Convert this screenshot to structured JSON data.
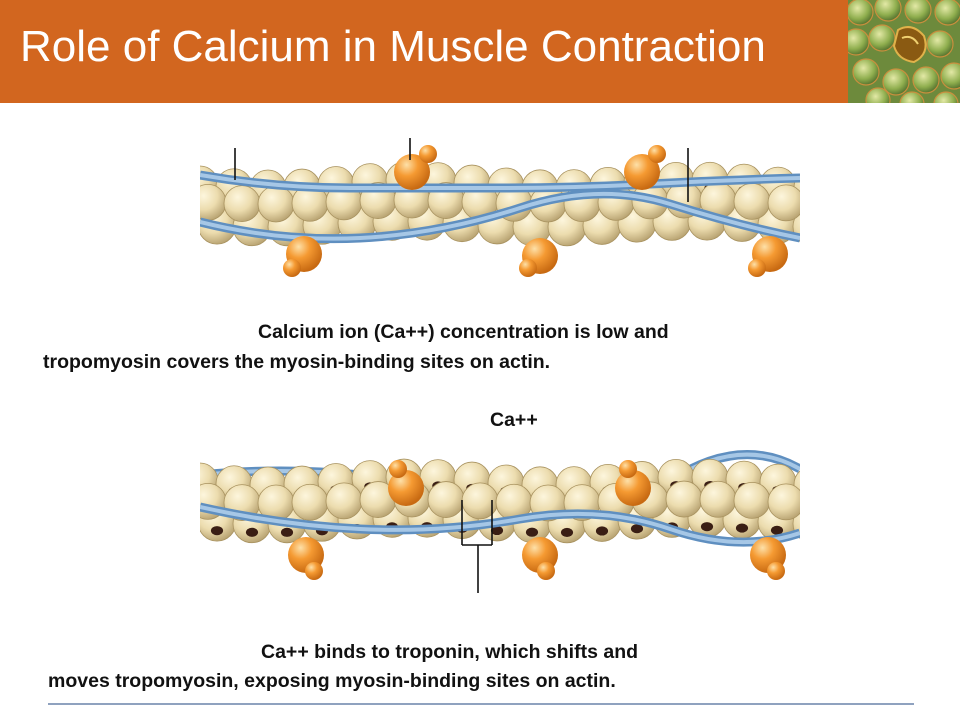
{
  "title": "Role of Calcium in Muscle Contraction",
  "colors": {
    "title_bar": "#d2661f",
    "title_text": "#ffffff",
    "actin_bead": "#ecdcae",
    "tropomyosin": "#8fb8dc",
    "troponin": "#f08d2c",
    "binding_site": "#3a1e14",
    "rule": "#8fa2bf"
  },
  "diagram_top": {
    "caption_line1": "Calcium ion (Ca++) concentration is low and",
    "caption_line2": "tropomyosin covers the myosin-binding sites on actin."
  },
  "diagram_bottom": {
    "ion_label": "Ca++",
    "caption_line1": "Ca++ binds to troponin, which shifts and",
    "caption_line2": "moves tropomyosin, exposing myosin-binding sites on actin."
  }
}
